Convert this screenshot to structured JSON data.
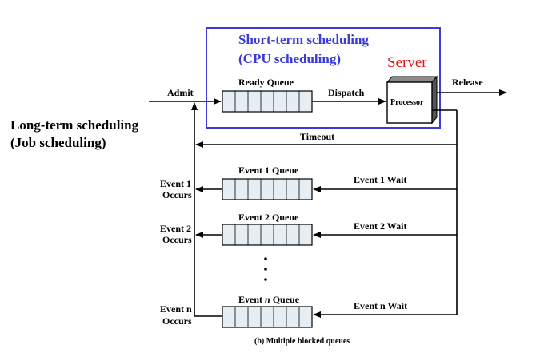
{
  "diagram": {
    "short_term_title_1": "Short-term scheduling",
    "short_term_title_2": "(CPU scheduling)",
    "server_label": "Server",
    "long_term_title_1": "Long-term scheduling",
    "long_term_title_2": "(Job scheduling)",
    "admit": "Admit",
    "ready_queue": "Ready Queue",
    "dispatch": "Dispatch",
    "processor": "Processor",
    "release": "Release",
    "timeout": "Timeout",
    "event1_queue": "Event 1 Queue",
    "event1_wait": "Event 1 Wait",
    "event1_occurs_1": "Event 1",
    "event1_occurs_2": "Occurs",
    "event2_queue": "Event 2 Queue",
    "event2_wait": "Event 2 Wait",
    "event2_occurs_1": "Event 2",
    "event2_occurs_2": "Occurs",
    "eventn_queue_prefix": "Event ",
    "eventn_queue_n": "n",
    "eventn_queue_suffix": " Queue",
    "eventn_wait": "Event n Wait",
    "eventn_occurs_1": "Event n",
    "eventn_occurs_2": "Occurs",
    "caption": "(b) Multiple blocked queues",
    "colors": {
      "box_outline": "#3b3bd6",
      "title_blue": "#3b3bd6",
      "server_red": "#e01515",
      "queue_fill": "#e6eef3"
    }
  }
}
